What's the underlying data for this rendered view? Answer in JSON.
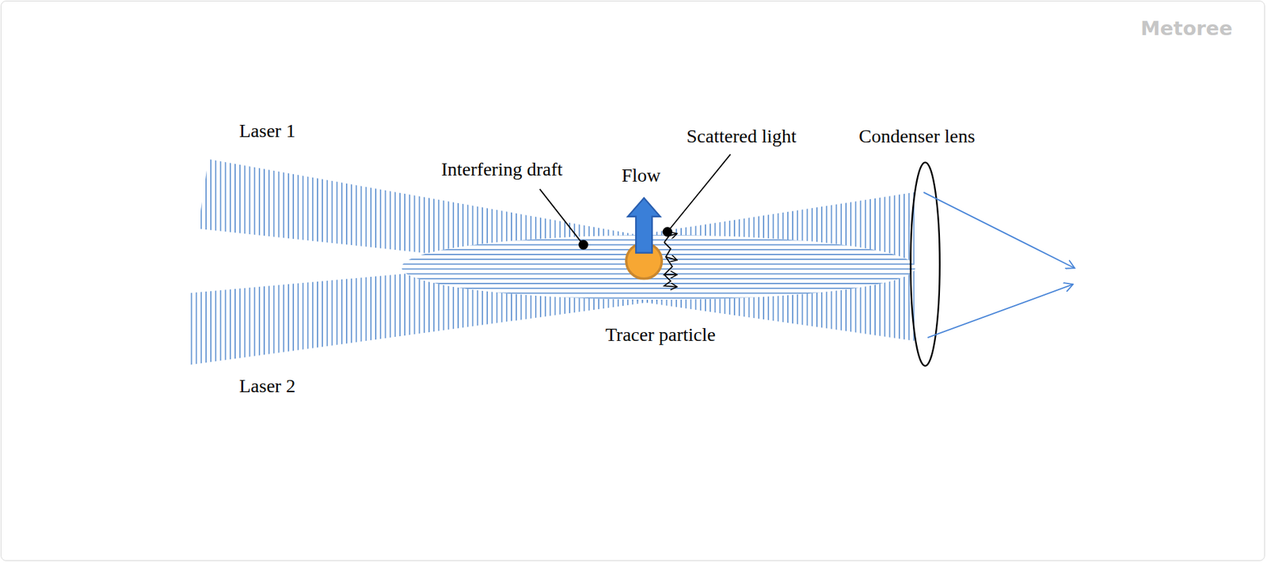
{
  "diagram": {
    "labels": [
      "Laser 1",
      "Laser 2",
      "Interfering draft",
      "Flow",
      "Scattered light",
      "Condenser lens",
      "Tracer particle",
      "Metoree"
    ]
  }
}
